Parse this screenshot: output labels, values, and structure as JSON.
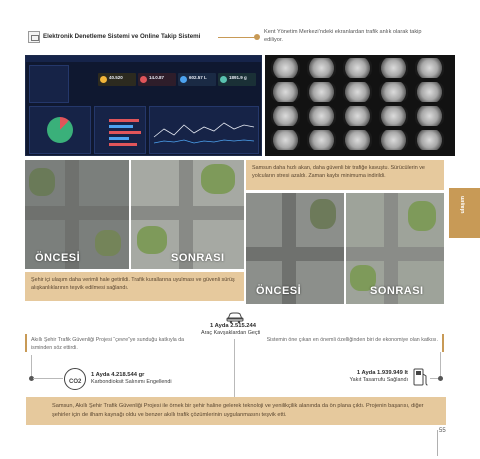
{
  "header": {
    "title": "Elektronik Denetleme Sistemi ve Online Takip Sistemi",
    "note": "Kent Yönetim Merkezi’ndeki ekranlardan trafik anlık olarak takip ediliyor."
  },
  "dashboard": {
    "kpis": [
      {
        "value": "40.520",
        "color": "#f2b53a"
      },
      {
        "value": "14.0.87",
        "color": "#e0555a"
      },
      {
        "value": "602.57 L",
        "color": "#4da3f0"
      },
      {
        "value": "1891.9 g",
        "color": "#5ac2b0"
      }
    ]
  },
  "photos": {
    "before_label": "ÖNCESİ",
    "after_label": "SONRASI"
  },
  "notes": {
    "right_top": "Samsun daha hızlı akan, daha güvenli bir trafiğe kavuştu. Sürücülerin ve yolcuların stresi azaldı. Zaman kaybı minimuma indirildi.",
    "left_mid": "Şehir içi ulaşım daha verimli hale getirildi. Trafik kurallarına uyulması ve güvenli sürüş alışkanlıklarının teşvik edilmesi sağlandı."
  },
  "side_tab": "ulaşım",
  "stats": {
    "travel": {
      "value": "1 Ayda 2.515.244",
      "label": "Araç Kavşaklardan Geçti"
    },
    "carbon": {
      "value": "1 Ayda 4.218.544 gr",
      "label": "Karbondioksit Salınımı Engellendi"
    },
    "fuel": {
      "value": "1 Ayda 1.939.949 lt",
      "label": "Yakıt Tasarrufu Sağlandı"
    }
  },
  "texts": {
    "left_intro": "Akıllı Şehir Trafik Güvenliği Projesi “çevre”ye sunduğu katkıyla da isminden söz ettirdi.",
    "right_intro": "Sistemin öne çıkan en önemli özelliğinden biri de ekonomiye olan katkısı.",
    "bottom": "Samsun, Akıllı Şehir Trafik Güvenliği Projesi ile örnek bir şehir haline gelerek teknoloji ve yenilikçilik alanında da ön plana çıktı. Projenin başarısı, diğer şehirler için de ilham kaynağı oldu ve benzer akıllı trafik çözümlerinin uygulanmasını teşvik etti."
  },
  "page_number": "55"
}
